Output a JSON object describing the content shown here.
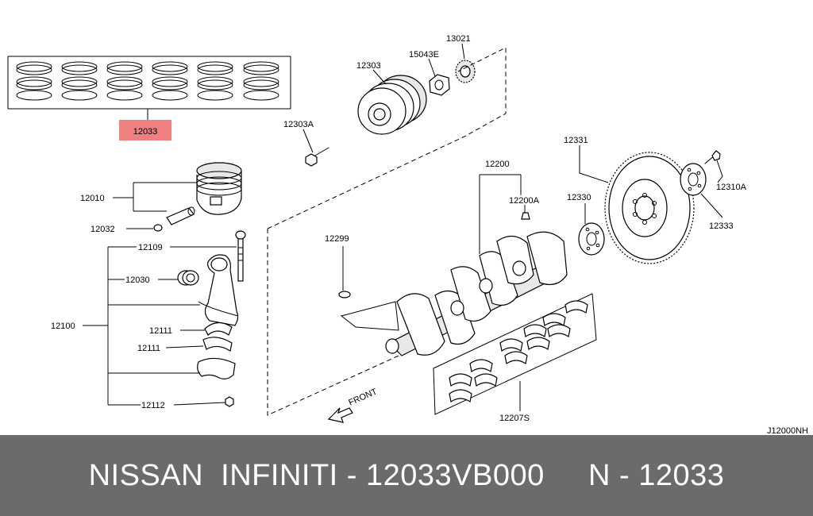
{
  "labels": {
    "rings": "12033",
    "pulley": "12303",
    "key": "15043E",
    "sprocket": "13021",
    "pulley_bolt": "12303A",
    "piston": "12010",
    "snap_ring": "12032",
    "rod_bolt": "12109",
    "bushing": "12030",
    "conrod": "12100",
    "rod_bearing_a": "12111",
    "rod_bearing_b": "12111",
    "rod_nut": "12112",
    "crankshaft": "12200",
    "plug": "12200A",
    "crank_key": "12299",
    "flywheel": "12331",
    "plate": "12330",
    "flywheel_bolt": "12310A",
    "reinforcement": "12333",
    "main_bearings": "12207S",
    "front": "FRONT",
    "diagram_code": "J12000NH"
  },
  "highlight_color": "#f08080",
  "footer": {
    "text": "NISSAN  INFINITI - 12033VB000     N - 12033"
  }
}
